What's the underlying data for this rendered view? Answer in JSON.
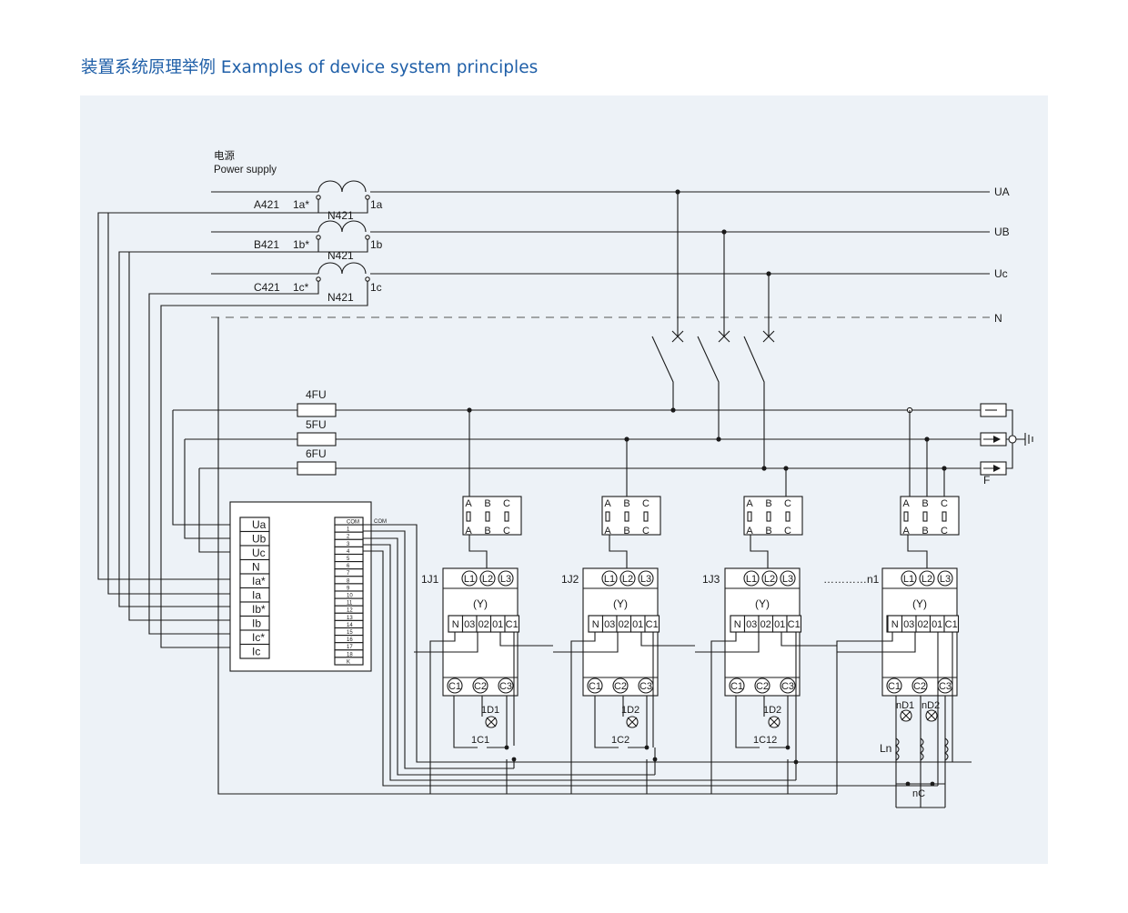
{
  "title": "装置系统原理举例 Examples of device system principles",
  "power_supply": {
    "label_cn": "电源",
    "label_en": "Power supply"
  },
  "bus_labels": {
    "ua": "UA",
    "ub": "UB",
    "uc": "Uc",
    "n": "N"
  },
  "ct_rows": [
    {
      "name": "A421",
      "pri": "1a*",
      "core": "N421",
      "sec": "1a"
    },
    {
      "name": "B421",
      "pri": "1b*",
      "core": "N421",
      "sec": "1b"
    },
    {
      "name": "C421",
      "pri": "1c*",
      "core": "N421",
      "sec": "1c"
    }
  ],
  "fuses": [
    "4FU",
    "5FU",
    "6FU"
  ],
  "f_label": "F",
  "controller": {
    "inputs": [
      "Ua",
      "Ub",
      "Uc",
      "N",
      "Ia*",
      "Ia",
      "Ib*",
      "Ib",
      "Ic*",
      "Ic"
    ],
    "outputs": [
      "COM",
      "1",
      "2",
      "3",
      "4",
      "5",
      "6",
      "7",
      "8",
      "9",
      "10",
      "11",
      "12",
      "13",
      "14",
      "15",
      "16",
      "17",
      "18",
      "K"
    ],
    "com_label": "COM"
  },
  "breaker_terminals": {
    "top": [
      "A",
      "B",
      "C"
    ],
    "bottom": [
      "A",
      "B",
      "C"
    ]
  },
  "switches": [
    {
      "name": "1J1",
      "lamp": "1D1",
      "cap": "1C1"
    },
    {
      "name": "1J2",
      "lamp": "1D2",
      "cap": "1C2"
    },
    {
      "name": "1J3",
      "lamp": "1D2",
      "cap": "1C12"
    },
    {
      "name": "…………n1",
      "lamp": "nD1",
      "lamp2": "nD2",
      "reactor": "Ln",
      "cap": "nC"
    }
  ],
  "switch_terms": {
    "line": [
      "L1",
      "L2",
      "L3"
    ],
    "coil": "(Y)",
    "ctrl": [
      "N",
      "03",
      "02",
      "01",
      "C1"
    ],
    "out": [
      "C1",
      "C2",
      "C3"
    ]
  }
}
